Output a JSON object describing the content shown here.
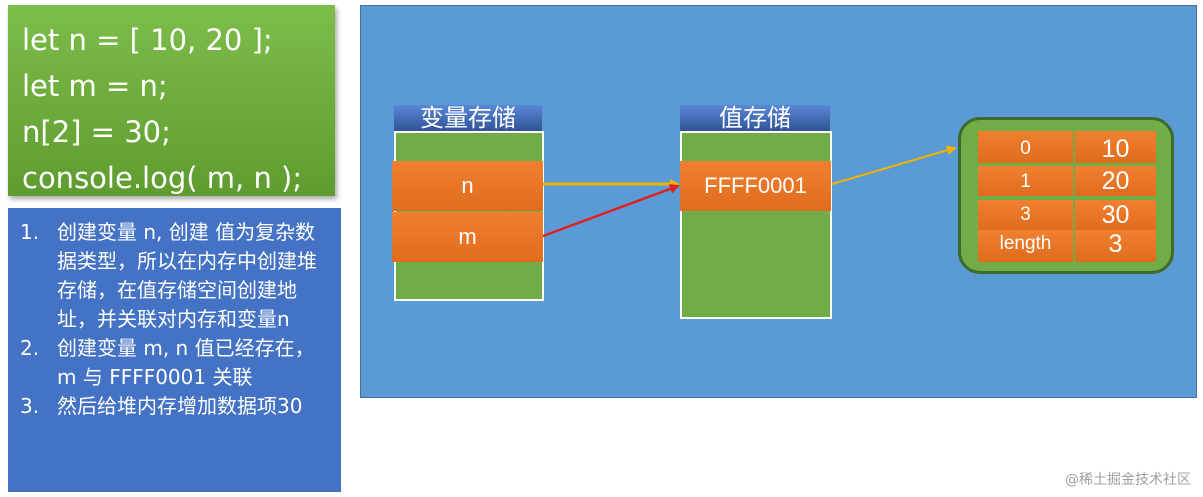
{
  "code": {
    "lines": [
      "let n = [ 10, 20 ];",
      "let m = n;",
      "n[2] = 30;",
      "console.log( m, n );"
    ]
  },
  "notes": [
    {
      "num": "1.",
      "text": "创建变量 n, 创建 值为复杂数据类型，所以在内存中创建堆存储，在值存储空间创建地址，并关联对内存和变量n"
    },
    {
      "num": "2.",
      "text": "创建变量 m, n 值已经存在，m 与 FFFF0001 关联"
    },
    {
      "num": "3.",
      "text": "然后给堆内存增加数据项30"
    }
  ],
  "variable_store": {
    "header": "变量存储",
    "items": [
      "n",
      "m"
    ]
  },
  "value_store": {
    "header": "值存储",
    "address": "FFFF0001"
  },
  "heap": {
    "rows": [
      {
        "key": "0",
        "value": "10"
      },
      {
        "key": "1",
        "value": "20"
      },
      {
        "key": "3",
        "value": "30"
      },
      {
        "key": "length",
        "value": "3"
      }
    ]
  },
  "colors": {
    "canvas": "#5b9bd5",
    "green": "#70ad47",
    "orange": "#ed7d31",
    "header_blue": "#2f5597",
    "arrow_yellow": "#f0b400",
    "arrow_red": "#e02020"
  },
  "watermark": "@稀土掘金技术社区"
}
